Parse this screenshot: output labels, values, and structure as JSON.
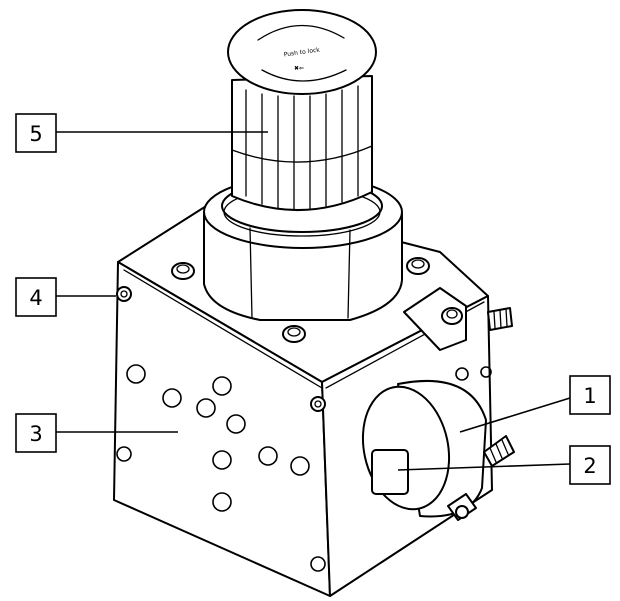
{
  "callouts": [
    {
      "label": "1"
    },
    {
      "label": "2"
    },
    {
      "label": "3"
    },
    {
      "label": "4"
    },
    {
      "label": "5"
    }
  ],
  "knob_marking": "Push to lock",
  "colors": {
    "line": "#000000",
    "background": "#ffffff"
  }
}
